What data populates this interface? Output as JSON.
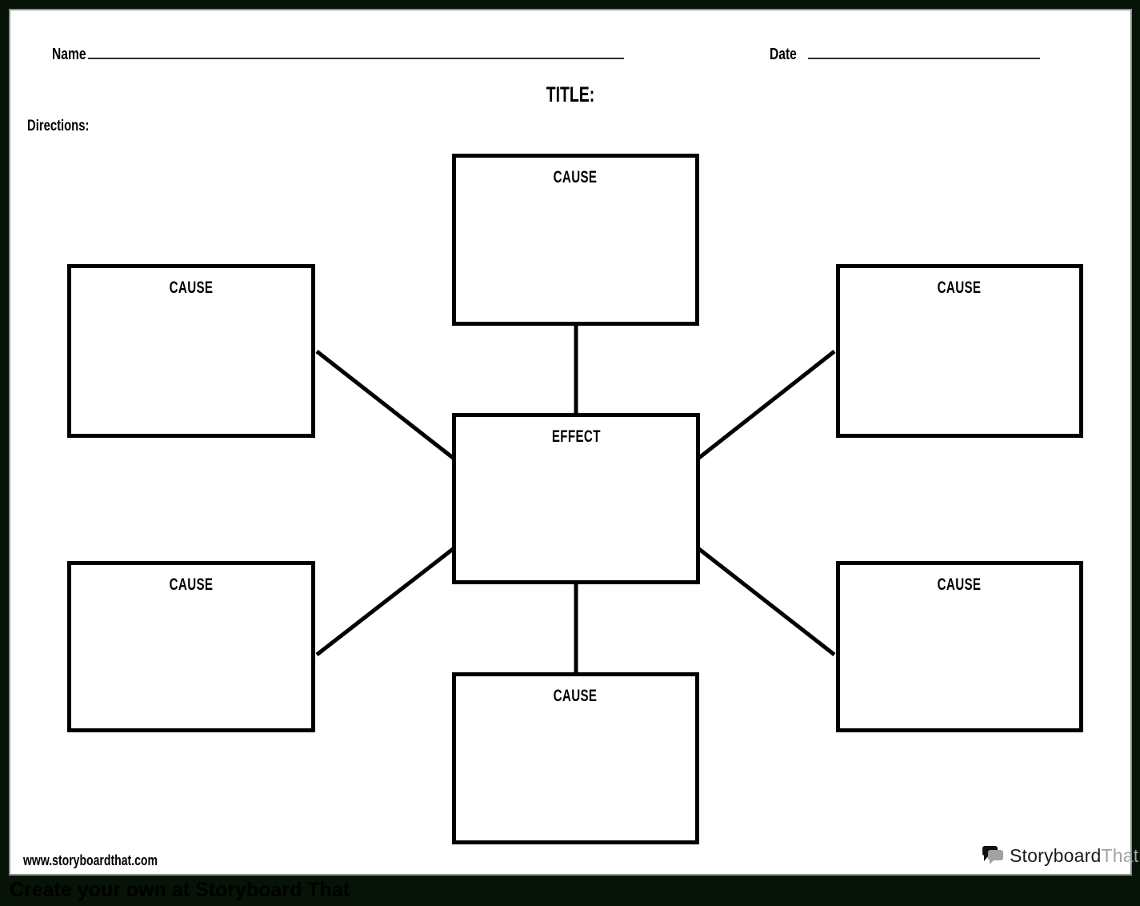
{
  "header": {
    "name_label": "Name",
    "date_label": "Date",
    "title": "TITLE:",
    "directions_label": "Directions:"
  },
  "diagram": {
    "effect": {
      "label": "EFFECT"
    },
    "causes": [
      {
        "id": "cause-top",
        "label": "CAUSE"
      },
      {
        "id": "cause-left-upper",
        "label": "CAUSE"
      },
      {
        "id": "cause-right-upper",
        "label": "CAUSE"
      },
      {
        "id": "cause-left-lower",
        "label": "CAUSE"
      },
      {
        "id": "cause-right-lower",
        "label": "CAUSE"
      },
      {
        "id": "cause-bottom",
        "label": "CAUSE"
      }
    ]
  },
  "footer": {
    "website": "www.storyboardthat.com",
    "logo_text_primary": "Storyboard",
    "logo_text_secondary": "That",
    "banner_text": "Create your own at Storyboard That"
  },
  "icons": {
    "logo": "speech-bubbles-icon"
  },
  "colors": {
    "frame_green": "#061306",
    "line_black": "#000000",
    "page_white": "#ffffff",
    "page_edge_gray": "#8f8f8f",
    "underline_gray": "#2e2e2e",
    "logo_gray": "#a2a2a2",
    "logo_black": "#1b1b1b"
  }
}
